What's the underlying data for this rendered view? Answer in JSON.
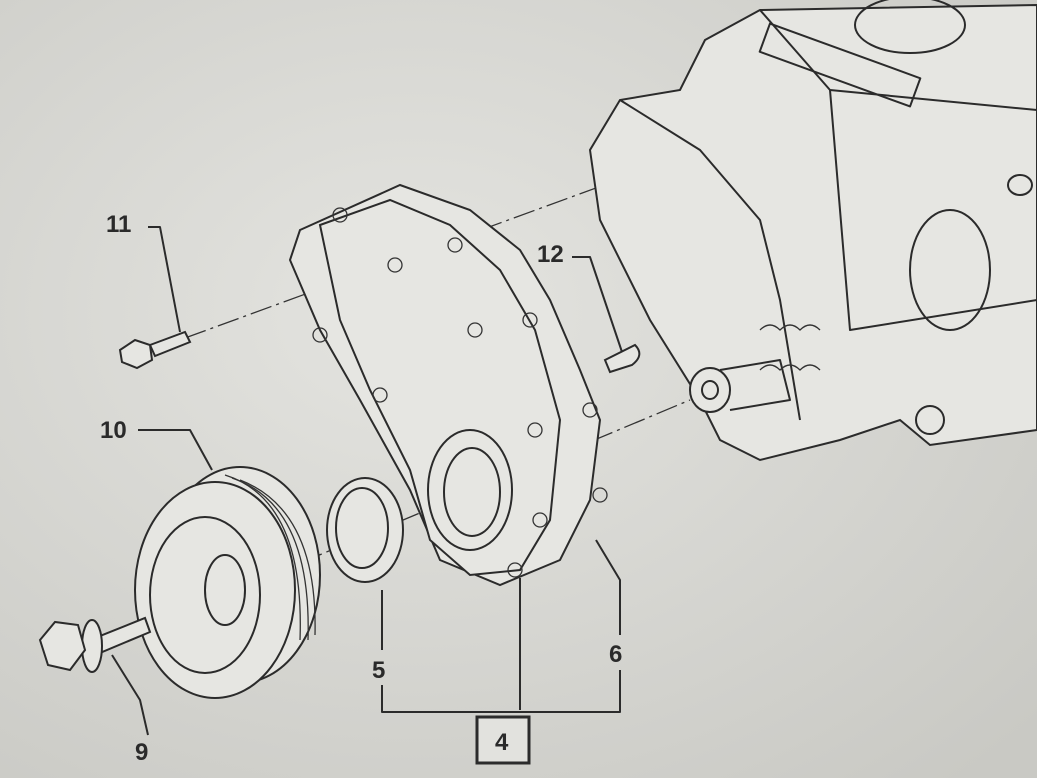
{
  "diagram": {
    "callouts": [
      {
        "id": "11",
        "part": "bolt"
      },
      {
        "id": "12",
        "part": "key"
      },
      {
        "id": "10",
        "part": "pulley"
      },
      {
        "id": "9",
        "part": "pulley-bolt"
      },
      {
        "id": "5",
        "part": "oil-seal"
      },
      {
        "id": "6",
        "part": "gasket"
      },
      {
        "id": "4",
        "part": "front-cover-assembly"
      }
    ],
    "colors": {
      "paper": "#d9d9d5",
      "ink": "#2b2b2b"
    }
  }
}
